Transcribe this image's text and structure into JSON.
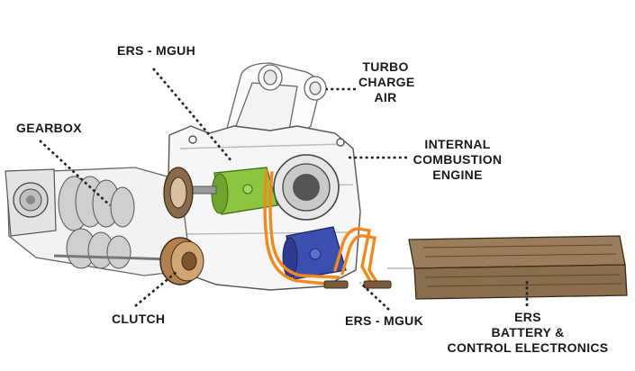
{
  "labels": {
    "ers_mguh": "ERS - MGUH",
    "turbo": [
      "TURBO",
      "CHARGE",
      "AIR"
    ],
    "gearbox": "GEARBOX",
    "ice": [
      "INTERNAL",
      "COMBUSTION",
      "ENGINE"
    ],
    "clutch": "CLUTCH",
    "ers_mguk": "ERS - MGUK",
    "battery": [
      "ERS",
      "BATTERY &",
      "CONTROL ELECTRONICS"
    ]
  },
  "colors": {
    "mguh": "#8cc63f",
    "mguk": "#3b4fb0",
    "cables": "#ef8a1e",
    "battery": "#8a6f4e",
    "clutch": "#b08050",
    "outline": "#444444"
  }
}
